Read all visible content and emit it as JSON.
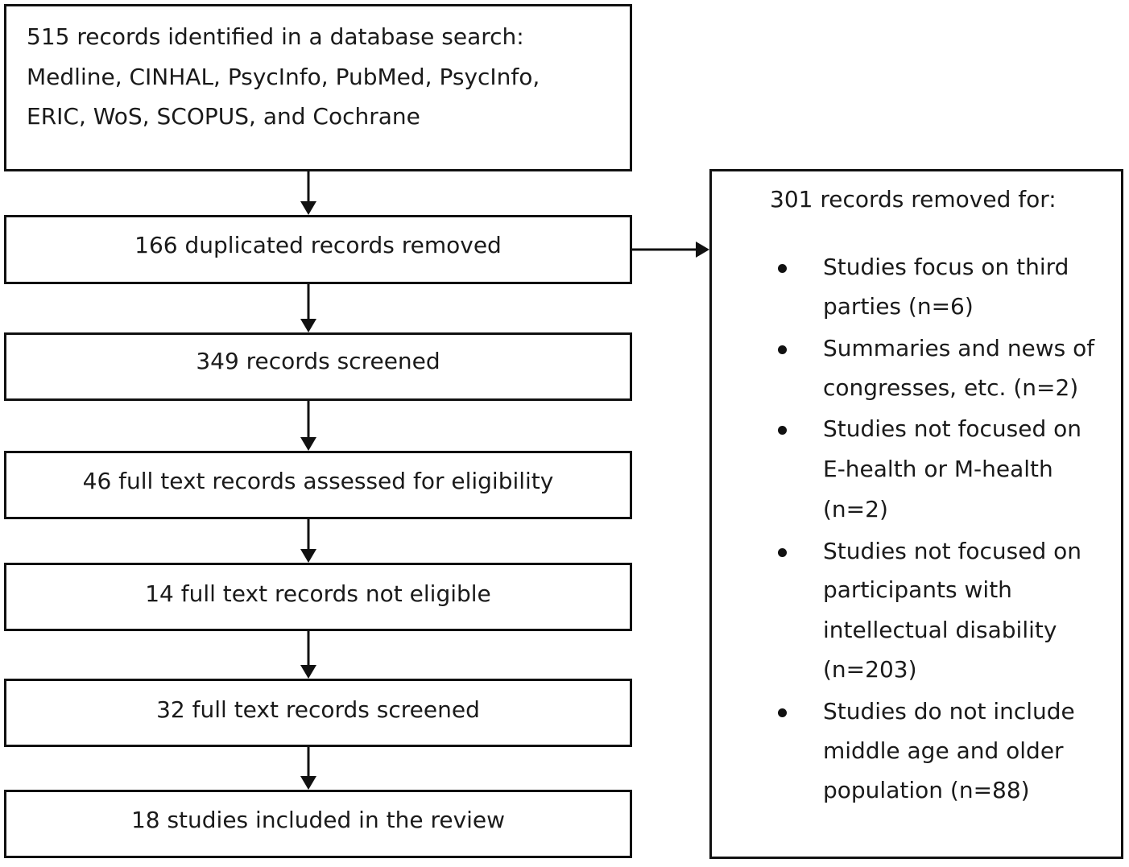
{
  "flow": {
    "search_box": {
      "lines": [
        "515 records identified in a database search:",
        "Medline, CINHAL, PsycInfo, PubMed, PsycInfo,",
        "ERIC, WoS, SCOPUS, and Cochrane"
      ]
    },
    "steps": [
      "166 duplicated records removed",
      "349 records screened",
      "46 full text records assessed for eligibility",
      "14 full text records not eligible",
      "32 full text records screened",
      "18 studies included in the review"
    ]
  },
  "exclusions": {
    "heading": "301 records removed for:",
    "items": [
      {
        "lines": [
          "Studies focus on third",
          "parties (n=6)"
        ]
      },
      {
        "lines": [
          "Summaries and news of",
          "congresses, etc. (n=2)"
        ]
      },
      {
        "lines": [
          "Studies not focused on",
          "E-health or M-health",
          "(n=2)"
        ]
      },
      {
        "lines": [
          "Studies not focused on",
          "participants with",
          "intellectual disability",
          "(n=203)"
        ]
      },
      {
        "lines": [
          "Studies do not include",
          "middle age and older",
          "population (n=88)"
        ]
      }
    ]
  },
  "colors": {
    "stroke": "#111111",
    "text": "#1a1a1a",
    "background": "#ffffff"
  }
}
